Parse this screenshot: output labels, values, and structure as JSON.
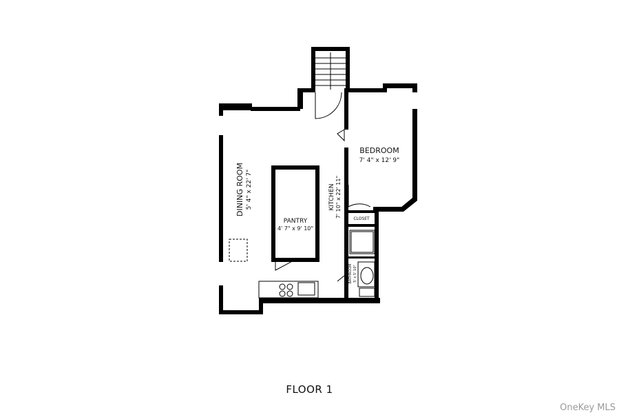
{
  "rooms": {
    "dining": {
      "name": "DINING ROOM",
      "size": "5' 4\" x 22' 7\""
    },
    "pantry": {
      "name": "PANTRY",
      "size": "4' 7\" x 9' 10\""
    },
    "kitchen": {
      "name": "KITCHEN",
      "size": "7' 10\" x 22' 11\""
    },
    "bedroom": {
      "name": "BEDROOM",
      "size": "7' 4\" x 12' 9\""
    },
    "closet": {
      "name": "CLOSET"
    },
    "bathroom": {
      "name": "BATHROOM",
      "size": "5' x 5' 10\""
    }
  },
  "floor_label": "FLOOR 1",
  "watermark": "OneKey MLS",
  "colors": {
    "wall": "#000000",
    "background": "#ffffff",
    "watermark": "#9a9a9a"
  }
}
